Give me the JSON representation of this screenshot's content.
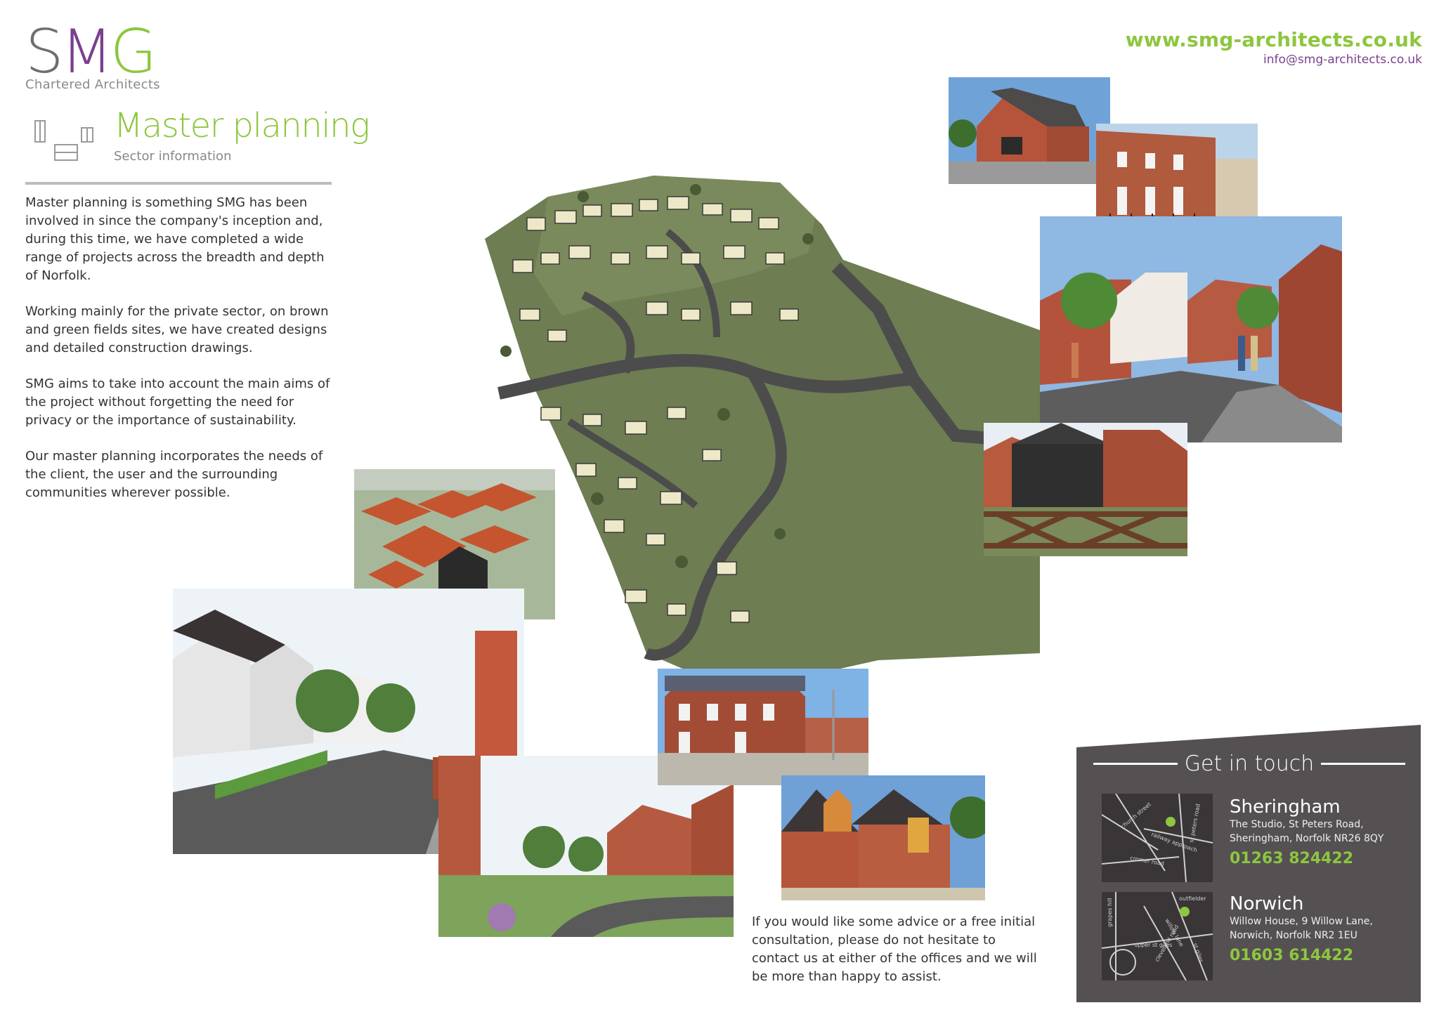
{
  "brand": {
    "logo_letters": [
      "S",
      "M",
      "G"
    ],
    "logo_subtitle": "Chartered Architects",
    "website": "www.smg-architects.co.uk",
    "email": "info@smg-architects.co.uk",
    "colors": {
      "green": "#8dc63f",
      "purple": "#7b3f8e",
      "grey": "#6d6e71",
      "panel": "#555152"
    }
  },
  "header": {
    "title": "Master planning",
    "subtitle": "Sector information",
    "icon": "sector-icon"
  },
  "body": {
    "paragraphs": [
      "Master planning is something SMG has been involved in since the company's inception and, during this time, we have completed a wide range of projects across the breadth and depth of Norfolk.",
      "Working mainly for the private sector, on brown and green fields sites, we have created designs and detailed construction drawings.",
      "SMG aims to take into account the main aims of the project without forgetting the need for privacy or the importance of sustainability.",
      "Our master planning incorporates the needs of the client, the user and the surrounding communities wherever possible."
    ],
    "closing": "If you would like some advice or a free initial consultation, please do not hesitate to contact us at either of the offices and we will be more than happy to assist."
  },
  "contact": {
    "heading": "Get in touch",
    "offices": [
      {
        "city": "Sheringham",
        "address_1": "The Studio, St Peters Road,",
        "address_2": "Sheringham, Norfolk  NR26 8QY",
        "phone": "01263 824422",
        "map_labels": [
          "church street",
          "railway approach",
          "cromer road",
          "st peters road"
        ]
      },
      {
        "city": "Norwich",
        "address_1": "Willow House, 9 Willow Lane,",
        "address_2": "Norwich, Norfolk  NR2 1EU",
        "phone": "01603 614422",
        "map_labels": [
          "grapes hill",
          "upper st giles",
          "cleveland road",
          "st giles",
          "willow lane",
          "outfielder"
        ]
      }
    ]
  }
}
